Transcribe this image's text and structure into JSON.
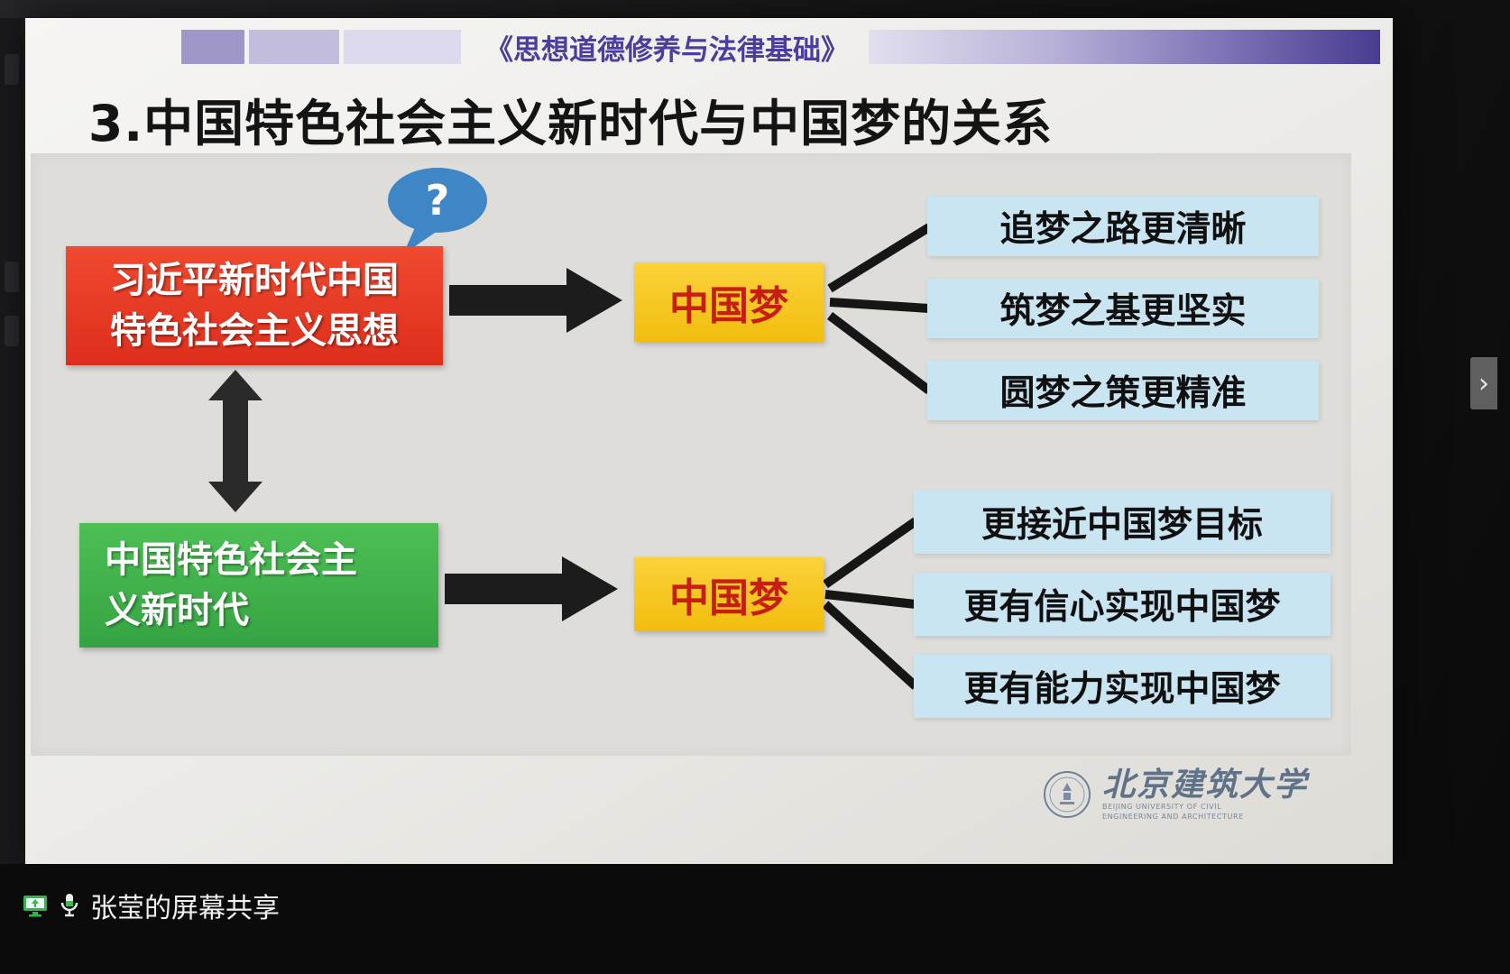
{
  "header": {
    "course_title": "《思想道德修养与法律基础》"
  },
  "slide": {
    "title": "3.中国特色社会主义新时代与中国梦的关系",
    "question_mark": "?",
    "top_flow": {
      "source_line1": "习近平新时代中国",
      "source_line2": "特色社会主义思想",
      "center_label": "中国梦",
      "outcomes": [
        "追梦之路更清晰",
        "筑梦之基更坚实",
        "圆梦之策更精准"
      ]
    },
    "bottom_flow": {
      "source_line1": "中国特色社会主",
      "source_line2": "义新时代",
      "center_label": "中国梦",
      "outcomes": [
        "更接近中国梦目标",
        "更有信心实现中国梦",
        "更有能力实现中国梦"
      ]
    },
    "logo": {
      "university_name": "北京建筑大学",
      "caption_line1": "BEIJING UNIVERSITY OF CIVIL",
      "caption_line2": "ENGINEERING AND ARCHITECTURE"
    }
  },
  "nav": {
    "next_label": "›"
  },
  "screen_share": {
    "status_label": "张莹的屏幕共享"
  },
  "colors": {
    "accent_purple": "#4b3e9c",
    "red_box": "#e23422",
    "green_box": "#3cae47",
    "yellow_box": "#f6c81a",
    "light_blue_box": "#c9e5f2",
    "bubble_blue": "#3f86c6",
    "share_green": "#2db84c"
  }
}
